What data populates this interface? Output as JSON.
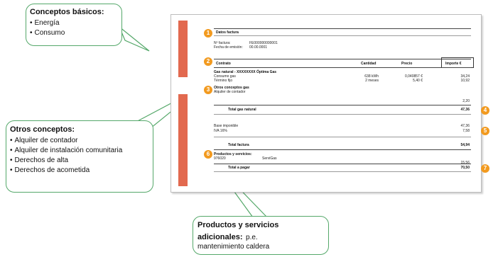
{
  "callouts": {
    "basic": {
      "title": "Conceptos básicos:",
      "items": [
        "Energía",
        "Consumo"
      ]
    },
    "other": {
      "title": "Otros conceptos:",
      "items": [
        "Alquiler de contador",
        "Alquiler de instalación comunitaria",
        "Derechos de alta",
        "Derechos de acometida"
      ]
    },
    "products": {
      "title_line1": "Productos y servicios",
      "title_line2": "adicionales:",
      "text_inline": "p.e.",
      "text_line2": "mantenimiento caldera"
    }
  },
  "invoice": {
    "datos_factura_label": "Datos factura",
    "num_factura_label": "Nº factura:",
    "num_factura_value": "FE000000000001",
    "fecha_emision_label": "Fecha de emisión:",
    "fecha_emision_value": "00.00.0001",
    "table_headers": {
      "contrato": "Contrato",
      "cantidad": "Cantidad",
      "precio": "Precio",
      "importe": "Importe €"
    },
    "gas_title": "Gas natural  - XXXXXXXX  Óptima Gas",
    "rows": [
      {
        "concept": "Consumo gas",
        "qty": "638 kWh",
        "price": "0,040857 €",
        "amount": "34,24"
      },
      {
        "concept": "Término fijo",
        "qty": "2 meses",
        "price": "5,40 €",
        "amount": "10,92"
      }
    ],
    "otros_label": "Otros conceptos gas",
    "alquiler_label": "Alquiler de contador",
    "alquiler_amount": "2,20",
    "total_gas_label": "Total gas natural",
    "total_gas_amount": "47,36",
    "base_label": "Base imponible",
    "base_amount": "47,36",
    "iva_label": "IVA 16%",
    "iva_amount": "7,58",
    "total_factura_label": "Total factura",
    "total_factura_amount": "54,94",
    "productos_label": "Productos y servicios:",
    "producto_code": "976020",
    "producto_name": "ServiGas",
    "producto_amount": "15,56",
    "total_pagar_label": "Total a pagar",
    "total_pagar_amount": "70,50"
  },
  "badges": [
    "1",
    "2",
    "3",
    "4",
    "5",
    "6",
    "7"
  ],
  "colors": {
    "stripe": "#e2694f",
    "badge": "#f29a1f",
    "callout_border": "#55a86a"
  }
}
